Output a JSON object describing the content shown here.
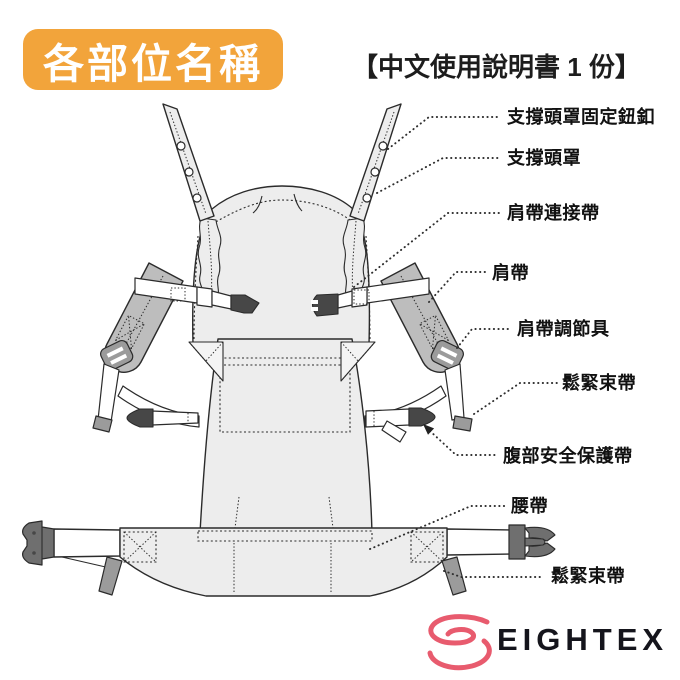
{
  "page": {
    "badge_title": "各部位名稱",
    "heading": "【中文使用說明書 1 份】"
  },
  "labels": [
    {
      "text": "支撐頭罩固定鈕釦"
    },
    {
      "text": "支撐頭罩"
    },
    {
      "text": "肩帶連接帶"
    },
    {
      "text": "肩帶"
    },
    {
      "text": "肩帶調節具"
    },
    {
      "text": "鬆緊束帶"
    },
    {
      "text": "腹部安全保護帶"
    },
    {
      "text": "腰帶"
    },
    {
      "text": "鬆緊束帶"
    }
  ],
  "logo": {
    "brand": "EIGHTEX"
  },
  "icons": [
    "logo-swirl-icon"
  ],
  "colors": {
    "badge_bg": "#f2a43b",
    "logo_red": "#e85b6e",
    "outline": "#2b2b2b",
    "carrier_light": "#ededed",
    "strap_gray": "#bdbdbd"
  },
  "diagram_parts": [
    "head-support-fixing-buttons",
    "head-support-hood",
    "shoulder-connection-strap",
    "shoulder-strap",
    "shoulder-strap-adjuster",
    "elastic-strap-upper",
    "abdominal-safety-belt",
    "waist-belt",
    "elastic-strap-lower"
  ]
}
